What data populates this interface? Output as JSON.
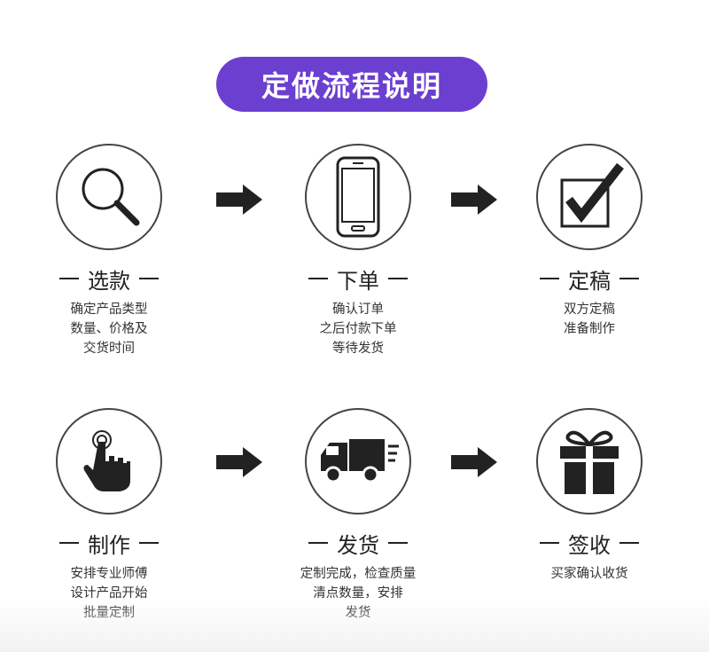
{
  "page": {
    "title": "定做流程说明"
  },
  "steps": [
    {
      "title": "选款",
      "desc": "确定产品类型\n数量、价格及\n交货时间",
      "icon": "search-icon"
    },
    {
      "title": "下单",
      "desc": "确认订单\n之后付款下单\n等待发货",
      "icon": "smartphone-icon"
    },
    {
      "title": "定稿",
      "desc": "双方定稿\n准备制作",
      "icon": "checkbox-icon"
    },
    {
      "title": "制作",
      "desc": "安排专业师傅\n设计产品开始\n批量定制",
      "icon": "hand-pointer-icon"
    },
    {
      "title": "发货",
      "desc": "定制完成，检查质量\n清点数量，安排\n发货",
      "icon": "delivery-truck-icon"
    },
    {
      "title": "签收",
      "desc": "买家确认收货",
      "icon": "gift-icon"
    }
  ],
  "colors": {
    "accent": "#6b3fd0",
    "ink": "#222222"
  }
}
